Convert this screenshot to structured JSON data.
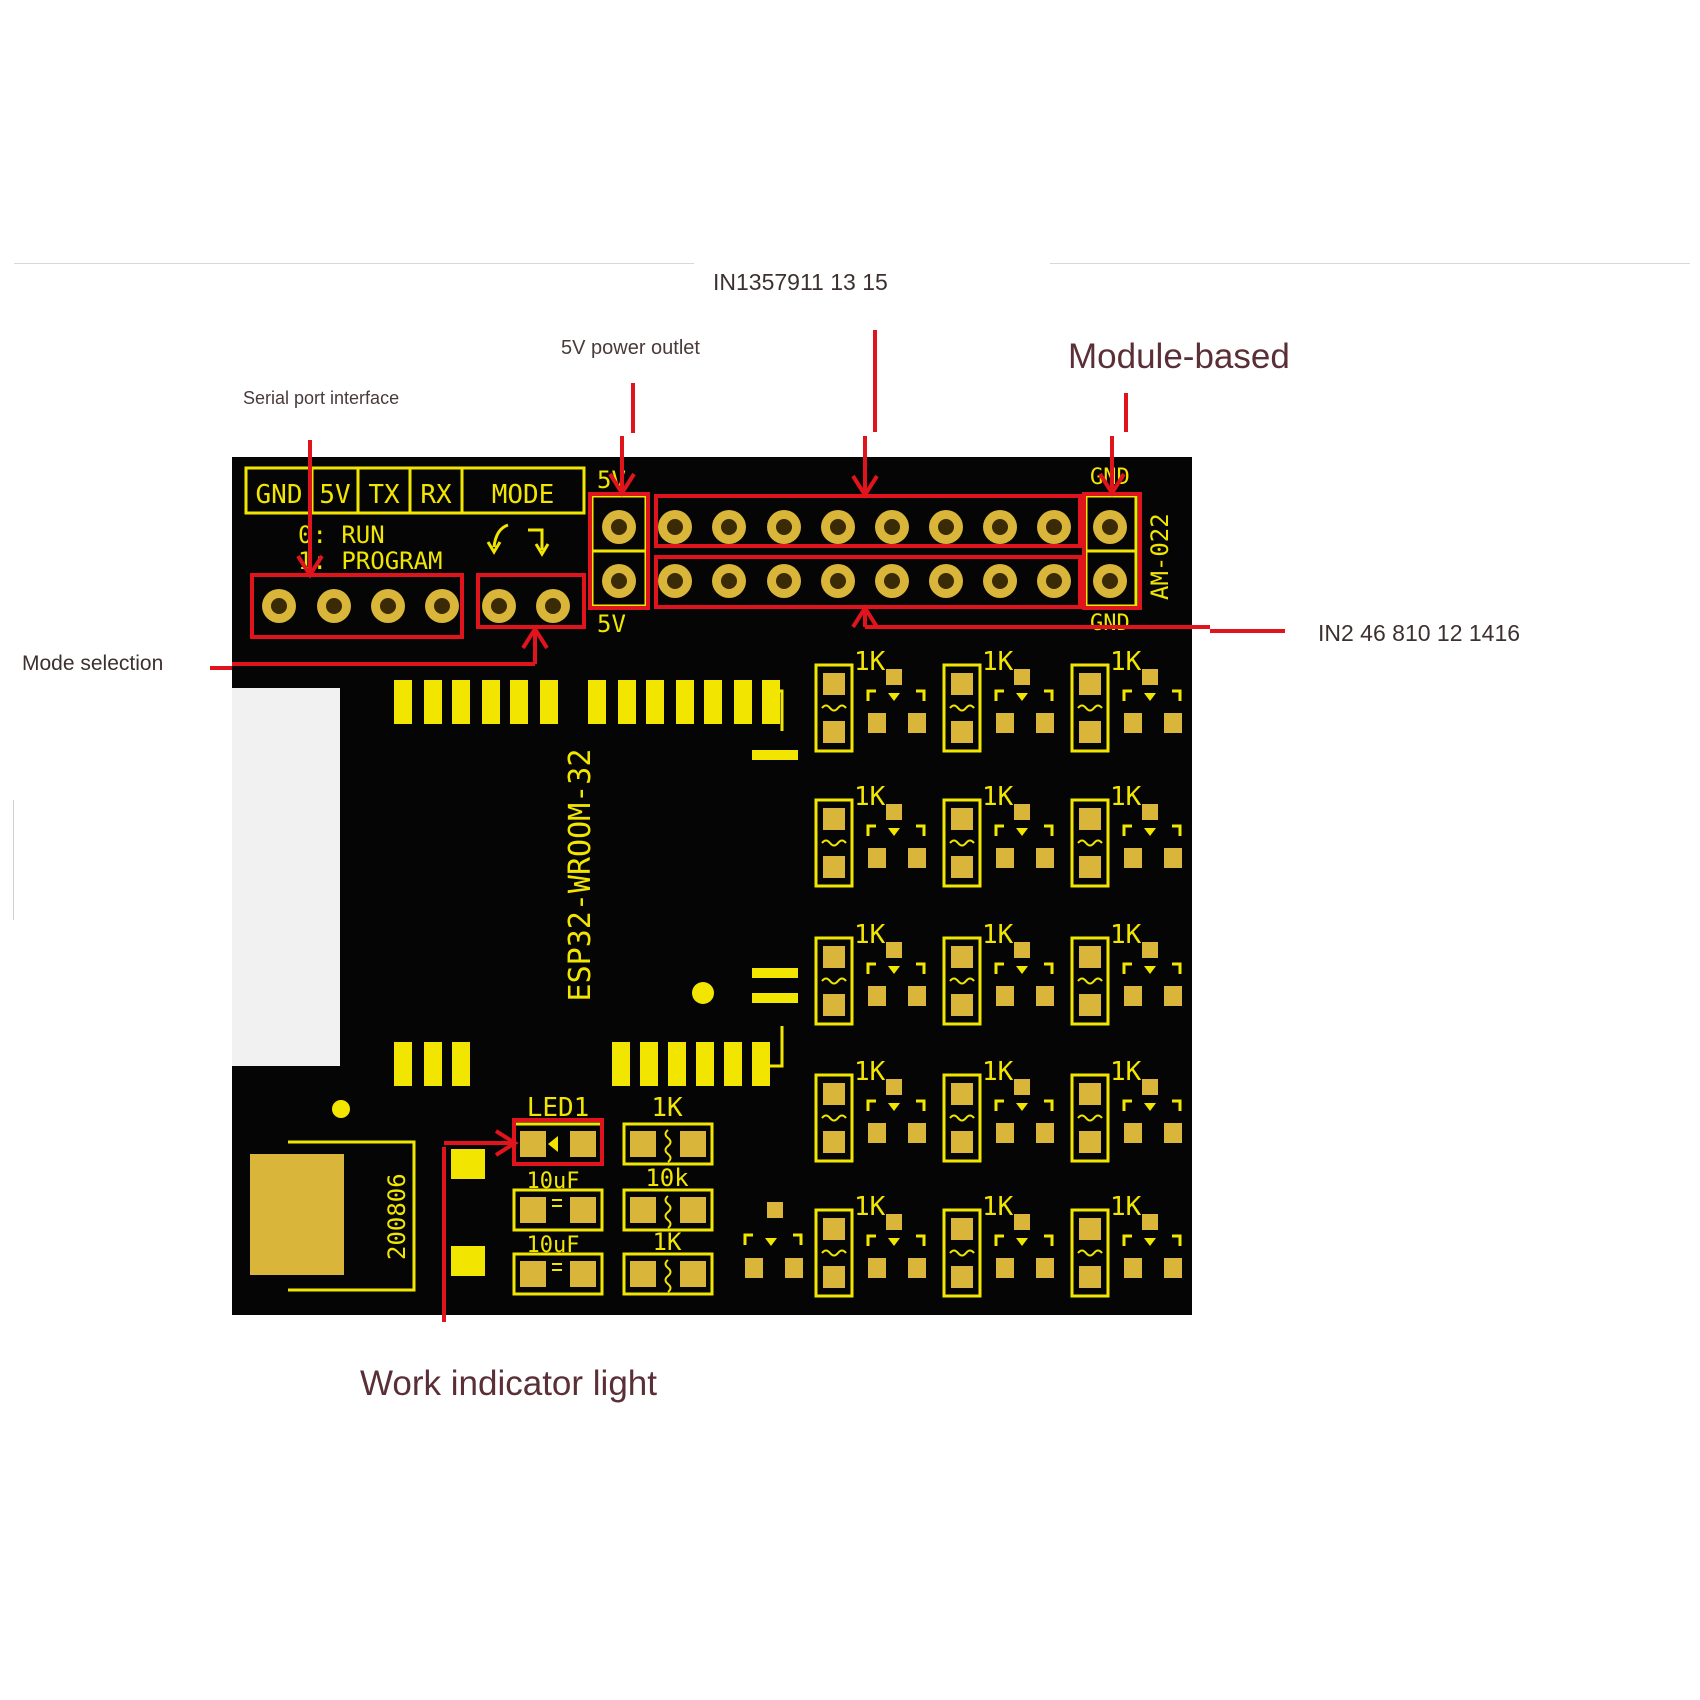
{
  "callouts": {
    "serial_port": "Serial port interface",
    "power_outlet": "5V power outlet",
    "odd_inputs": "IN1357911 13 15",
    "module_based": "Module-based",
    "mode_selection": "Mode selection",
    "even_inputs": "IN2 46 810 12 1416",
    "work_indicator": "Work indicator light"
  },
  "board": {
    "header_labels": [
      "GND",
      "5V",
      "TX",
      "RX",
      "MODE"
    ],
    "mode_run": "0: RUN",
    "mode_program": "1: PROGRAM",
    "pin_5v_top": "5V",
    "pin_5v_bottom": "5V",
    "pin_gnd_top": "GND",
    "pin_gnd_bottom": "GND",
    "model_code": "AM-022",
    "chip_name": "ESP32-WROOM-32",
    "led_label": "LED1",
    "resistor_label": "1K",
    "res_10k": "10k",
    "cap_label": "10uF",
    "reg_code": "200806"
  },
  "colors": {
    "board": "#050505",
    "silk": "#f2e600",
    "pad": "#d9b53a",
    "annotation": "#e0141c",
    "callout_text": "#3a2a2a"
  }
}
